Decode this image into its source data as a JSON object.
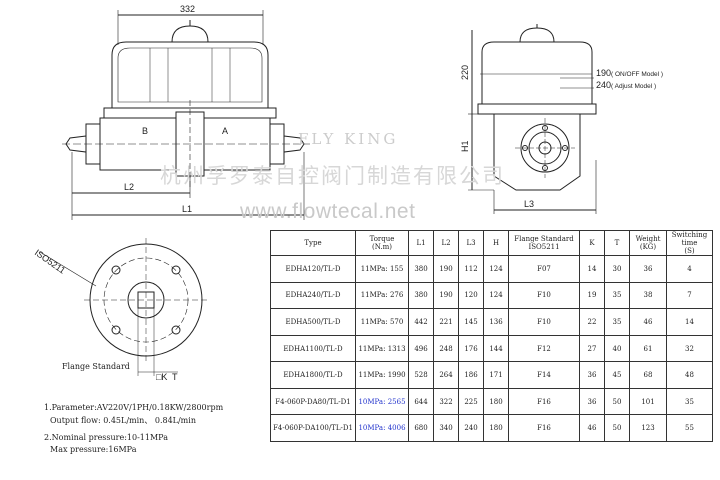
{
  "dimensions": {
    "top_width": "332",
    "height_220": "220",
    "h1": "H1",
    "l1": "L1",
    "l2": "L2",
    "l3": "L3",
    "side_190": "190",
    "side_190_note": "( ON/OFF Model )",
    "side_240": "240",
    "side_240_note": "( Adjust Model )",
    "port_a": "A",
    "port_b": "B"
  },
  "flange": {
    "iso_label": "ISO5211",
    "caption": "Flange Standard",
    "key_label": "□K",
    "key_t": "T"
  },
  "watermark": {
    "brand": "FLY KING",
    "company": "杭州孚罗泰自控阀门制造有限公司",
    "url": "www.flowtecal.net"
  },
  "notes": {
    "line1": "1.Parameter:AV220V/1PH/0.18KW/2800rpm",
    "line2": "Output flow: 0.45L/min、 0.84L/min",
    "line3": "2.Nominal pressure:10-11MPa",
    "line4": "Max pressure:16MPa"
  },
  "table": {
    "headers": {
      "type": "Type",
      "torque": "Torque",
      "torque_unit": "(N.m)",
      "l1": "L1",
      "l2": "L2",
      "l3": "L3",
      "h": "H",
      "flange": "Flange Standard",
      "flange_std": "ISO5211",
      "k": "K",
      "t": "T",
      "weight": "Weight",
      "weight_unit": "(KG)",
      "switching": "Switching",
      "switching_2": "time",
      "switching_unit": "(S)"
    },
    "rows": [
      {
        "type": "EDHA120/TL-D",
        "pressure": "11MPa:",
        "torque": "155",
        "l1": "380",
        "l2": "190",
        "l3": "112",
        "h": "124",
        "flange": "F07",
        "k": "14",
        "t": "30",
        "weight": "36",
        "time": "4"
      },
      {
        "type": "EDHA240/TL-D",
        "pressure": "11MPa:",
        "torque": "276",
        "l1": "380",
        "l2": "190",
        "l3": "120",
        "h": "124",
        "flange": "F10",
        "k": "19",
        "t": "35",
        "weight": "38",
        "time": "7"
      },
      {
        "type": "EDHA500/TL-D",
        "pressure": "11MPa:",
        "torque": "570",
        "l1": "442",
        "l2": "221",
        "l3": "145",
        "h": "136",
        "flange": "F10",
        "k": "22",
        "t": "35",
        "weight": "46",
        "time": "14"
      },
      {
        "type": "EDHA1100/TL-D",
        "pressure": "11MPa:",
        "torque": "1313",
        "l1": "496",
        "l2": "248",
        "l3": "176",
        "h": "144",
        "flange": "F12",
        "k": "27",
        "t": "40",
        "weight": "61",
        "time": "32"
      },
      {
        "type": "EDHA1800/TL-D",
        "pressure": "11MPa:",
        "torque": "1990",
        "l1": "528",
        "l2": "264",
        "l3": "186",
        "h": "171",
        "flange": "F14",
        "k": "36",
        "t": "45",
        "weight": "68",
        "time": "48"
      },
      {
        "type": "F4-060P-DA80/TL-D1",
        "pressure": "10MPa:",
        "torque": "2565",
        "l1": "644",
        "l2": "322",
        "l3": "225",
        "h": "180",
        "flange": "F16",
        "k": "36",
        "t": "50",
        "weight": "101",
        "time": "35"
      },
      {
        "type": "F4-060P-DA100/TL-D1",
        "pressure": "10MPa:",
        "torque": "4006",
        "l1": "680",
        "l2": "340",
        "l3": "240",
        "h": "180",
        "flange": "F16",
        "k": "46",
        "t": "50",
        "weight": "123",
        "time": "55"
      }
    ]
  }
}
